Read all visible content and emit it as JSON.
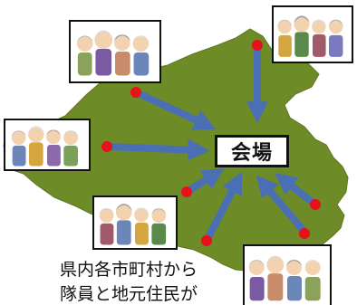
{
  "venue_label": "会場",
  "caption": {
    "line1": "県内各市町村から",
    "line2": "隊員と地元住民が"
  },
  "colors": {
    "land": "#6d8b26",
    "arrow": "#4a6fb4",
    "dot": "#e8101a",
    "box_border": "#111111"
  },
  "groups": [
    {
      "name": "group-top-left",
      "icon": "elderly-group-illustration"
    },
    {
      "name": "group-top-right",
      "icon": "elderly-group-illustration"
    },
    {
      "name": "group-left",
      "icon": "elderly-group-illustration"
    },
    {
      "name": "group-bottom-left",
      "icon": "elderly-group-illustration"
    },
    {
      "name": "group-bottom-right",
      "icon": "elderly-group-illustration"
    }
  ]
}
